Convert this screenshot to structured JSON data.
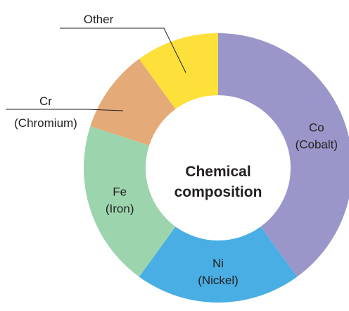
{
  "chart_data": {
    "type": "pie",
    "variant": "donut",
    "center_title": [
      "Chemical",
      "composition"
    ],
    "slices": [
      {
        "key": "co",
        "label": [
          "Co",
          "(Cobalt)"
        ],
        "value": 40,
        "color": "#9b96c9",
        "label_position": "inside"
      },
      {
        "key": "ni",
        "label": [
          "Ni",
          "(Nickel)"
        ],
        "value": 20,
        "color": "#48aee4",
        "label_position": "inside"
      },
      {
        "key": "fe",
        "label": [
          "Fe",
          "(Iron)"
        ],
        "value": 20,
        "color": "#9cd4ad",
        "label_position": "inside"
      },
      {
        "key": "cr",
        "label": [
          "Cr",
          "(Chromium)"
        ],
        "value": 10,
        "color": "#e4aa78",
        "label_position": "outside"
      },
      {
        "key": "other",
        "label": [
          "Other"
        ],
        "value": 10,
        "color": "#fde03a",
        "label_position": "outside"
      }
    ],
    "start_angle_deg": 0,
    "direction": "clockwise",
    "legend": "none"
  }
}
